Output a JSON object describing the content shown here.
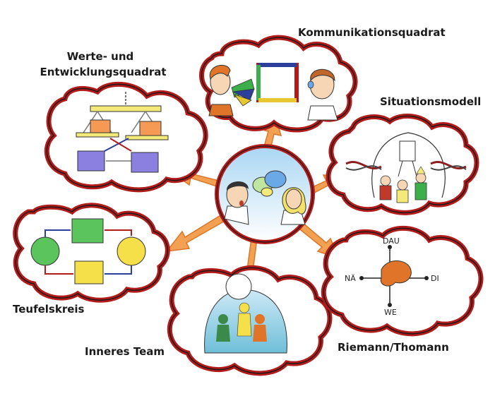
{
  "labels": {
    "werte_line1": "Werte- und",
    "werte_line2": "Entwicklungsquadrat",
    "kommunikation": "Kommunikationsquadrat",
    "situation": "Situationsmodell",
    "teufelskreis": "Teufelskreis",
    "inneres_team": "Inneres Team",
    "riemann": "Riemann/Thomann"
  },
  "riemann_axes": {
    "top": "DAU",
    "bottom": "WE",
    "left": "NÄ",
    "right": "DI"
  },
  "colors": {
    "cloud_outline": "#b31b1b",
    "cloud_shadow": "#c92020",
    "arrow_fill": "#f2a052",
    "arrow_stroke": "#d9762a",
    "green": "#5cc45c",
    "yellow": "#f5e04a",
    "blue_box": "#8b7fe0",
    "orange_box": "#f59a55",
    "sky": "#cfe8f6"
  }
}
